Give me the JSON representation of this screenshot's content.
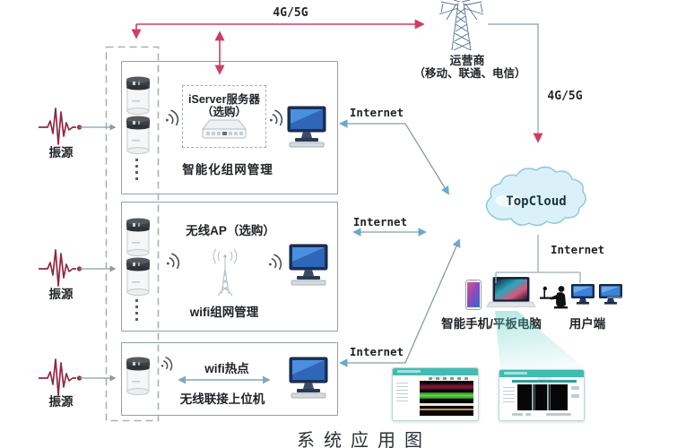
{
  "title": "系统应用图",
  "labels": {
    "top4g5g": "4G/5G",
    "side4g5g": "4G/5G"
  },
  "carrier": {
    "name": "运营商",
    "detail": "（移动、联通、电信）"
  },
  "cloud": {
    "name": "TopCloud",
    "internet": "Internet"
  },
  "links": {
    "box1": "Internet",
    "box2": "Internet",
    "box3": "Internet"
  },
  "sources": [
    {
      "label": "振源"
    },
    {
      "label": "振源"
    },
    {
      "label": "振源"
    }
  ],
  "boxes": {
    "box1": {
      "server_title": "iServer服务器",
      "server_subtitle": "（选购）",
      "caption": "智能化组网管理"
    },
    "box2": {
      "title": "无线AP（选购）",
      "caption": "wifi组网管理"
    },
    "box3": {
      "hotspot": "wifi热点",
      "caption": "无线联接上位机"
    }
  },
  "clients": {
    "mobile": "智能手机/平板电脑",
    "terminal": "用户端"
  },
  "icons": {
    "sensor": "cylindrical-vibration-sensor",
    "wifi": "wifi-signal-icon",
    "server": "rack-server-icon",
    "monitor": "desktop-computer-icon",
    "antenna": "wireless-ap-antenna-icon",
    "tower": "cell-tower-icon",
    "cloud": "cloud-icon",
    "waveform": "vibration-waveform-icon"
  },
  "colors": {
    "accent_pink": "#d23b63",
    "arrow_blue": "#6fa7cc",
    "box_border": "#8aa2ac",
    "teal_header": "#3fbdb2",
    "cloud_fill": "#dbf1fa",
    "waveform_red": "#8e2840"
  }
}
